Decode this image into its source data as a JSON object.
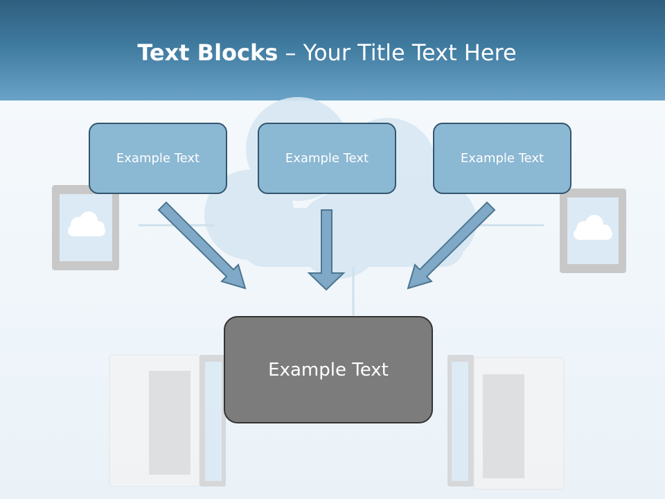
{
  "title": {
    "bold": "Text Blocks",
    "dash": "–",
    "rest": "Your Title Text Here"
  },
  "boxes": [
    {
      "label": "Example Text"
    },
    {
      "label": "Example Text"
    },
    {
      "label": "Example Text"
    }
  ],
  "center_box": {
    "label": "Example Text"
  },
  "colors": {
    "header_dark": "#2f5f7f",
    "header_light": "#6aa3c7",
    "box_fill": "#8bb8d3",
    "box_border": "#33556f",
    "center_fill": "#7c7c7c",
    "arrow_fill": "#7fa9c6",
    "arrow_stroke": "#4c7591"
  }
}
